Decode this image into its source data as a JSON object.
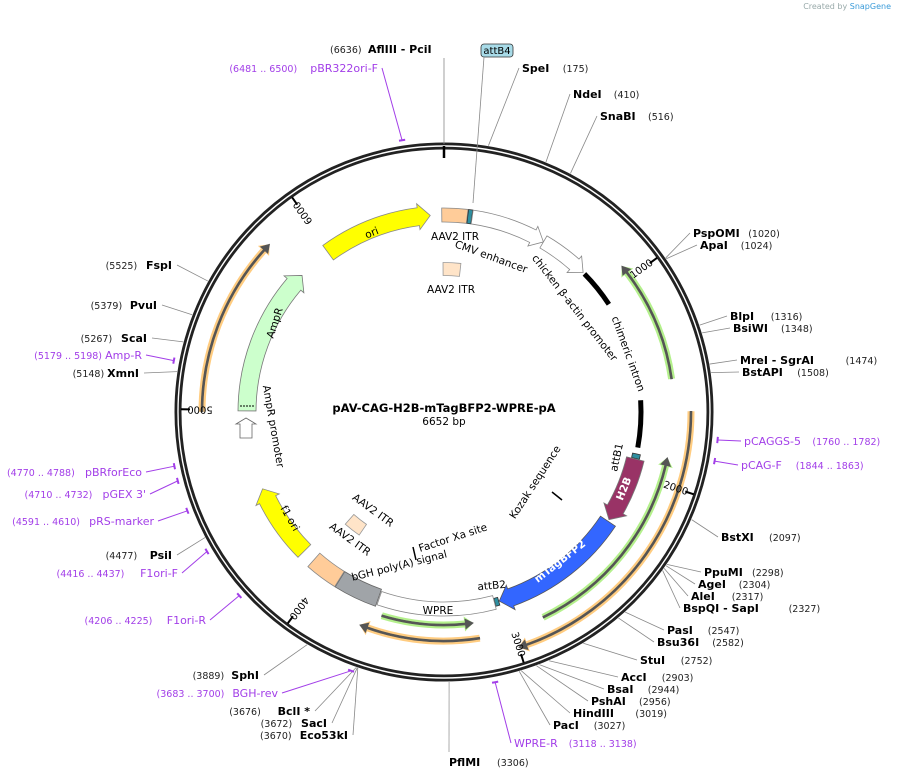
{
  "logo": {
    "prefix": "Created by",
    "brand": "SnapGene"
  },
  "plasmid": {
    "name": "pAV-CAG-H2B-mTagBFP2-WPRE-pA",
    "length": "6652 bp"
  },
  "ticks": [
    "1000",
    "2000",
    "3000",
    "4000",
    "5000",
    "6000"
  ],
  "enzymes": [
    {
      "name": "AflIII  - PciI",
      "pos": "(6636)"
    },
    {
      "name": "SpeI",
      "pos": "(175)"
    },
    {
      "name": "NdeI",
      "pos": "(410)"
    },
    {
      "name": "SnaBI",
      "pos": "(516)"
    },
    {
      "name": "PspOMI",
      "pos": "(1020)"
    },
    {
      "name": "ApaI",
      "pos": "(1024)"
    },
    {
      "name": "BlpI",
      "pos": "(1316)"
    },
    {
      "name": "BsiWI",
      "pos": "(1348)"
    },
    {
      "name": "MreI  - SgrAI",
      "pos": "(1474)"
    },
    {
      "name": "BstAPI",
      "pos": "(1508)"
    },
    {
      "name": "BstXI",
      "pos": "(2097)"
    },
    {
      "name": "PpuMI",
      "pos": "(2298)"
    },
    {
      "name": "AgeI",
      "pos": "(2304)"
    },
    {
      "name": "AleI",
      "pos": "(2317)"
    },
    {
      "name": "BspQI  - SapI",
      "pos": "(2327)"
    },
    {
      "name": "PasI",
      "pos": "(2547)"
    },
    {
      "name": "Bsu36I",
      "pos": "(2582)"
    },
    {
      "name": "StuI",
      "pos": "(2752)"
    },
    {
      "name": "AccI",
      "pos": "(2903)"
    },
    {
      "name": "BsaI",
      "pos": "(2944)"
    },
    {
      "name": "PshAI",
      "pos": "(2956)"
    },
    {
      "name": "HindIII",
      "pos": "(3019)"
    },
    {
      "name": "PacI",
      "pos": "(3027)"
    },
    {
      "name": "PflMI",
      "pos": "(3306)"
    },
    {
      "name": "Eco53kI",
      "pos": "(3670)"
    },
    {
      "name": "SacI",
      "pos": "(3672)"
    },
    {
      "name": "BclI *",
      "pos": "(3676)"
    },
    {
      "name": "SphI",
      "pos": "(3889)"
    },
    {
      "name": "PsiI",
      "pos": "(4477)"
    },
    {
      "name": "XmnI",
      "pos": "(5148)"
    },
    {
      "name": "ScaI",
      "pos": "(5267)"
    },
    {
      "name": "PvuI",
      "pos": "(5379)"
    },
    {
      "name": "FspI",
      "pos": "(5525)"
    }
  ],
  "primers": [
    {
      "name": "pBR322ori-F",
      "range": "(6481 .. 6500)"
    },
    {
      "name": "pCAGGS-5",
      "range": "(1760 .. 1782)"
    },
    {
      "name": "pCAG-F",
      "range": "(1844 .. 1863)"
    },
    {
      "name": "WPRE-R",
      "range": "(3118 .. 3138)"
    },
    {
      "name": "BGH-rev",
      "range": "(3683 .. 3700)"
    },
    {
      "name": "F1ori-R",
      "range": "(4206 .. 4225)"
    },
    {
      "name": "F1ori-F",
      "range": "(4416 .. 4437)"
    },
    {
      "name": "pRS-marker",
      "range": "(4591 .. 4610)"
    },
    {
      "name": "pGEX 3'",
      "range": "(4710 .. 4732)"
    },
    {
      "name": "pBRforEco",
      "range": "(4770 .. 4788)"
    },
    {
      "name": "Amp-R",
      "range": "(5179 .. 5198)"
    }
  ],
  "features": [
    {
      "name": "ori",
      "color": "#ffff00"
    },
    {
      "name": "AAV2 ITR",
      "color": "#ffcc99"
    },
    {
      "name": "attB4",
      "color": "#2f8fa0"
    },
    {
      "name": "CMV enhancer",
      "color": "#ffffff"
    },
    {
      "name": "chicken β-actin promoter",
      "color": "#ffffff"
    },
    {
      "name": "chimeric intron",
      "color": "#000000"
    },
    {
      "name": "attB1",
      "color": "#2f8fa0"
    },
    {
      "name": "H2B",
      "color": "#993366"
    },
    {
      "name": "mTagBFP2",
      "color": "#3366ff"
    },
    {
      "name": "attB2",
      "color": "#2f8fa0"
    },
    {
      "name": "WPRE",
      "color": "#ffffff"
    },
    {
      "name": "bGH poly(A) signal",
      "color": "#a0a4a8"
    },
    {
      "name": "AAV2 ITR",
      "color": "#ffcc99"
    },
    {
      "name": "f1 ori",
      "color": "#ffff00"
    },
    {
      "name": "AmpR",
      "color": "#ccffcc"
    },
    {
      "name": "AmpR promoter",
      "color": "#ffffff"
    },
    {
      "name": "AAV2 ITR",
      "color": "#ffe4c8"
    },
    {
      "name": "AAV2 ITR",
      "color": "#ffe4c8"
    },
    {
      "name": "Factor Xa site",
      "color": "#000000"
    },
    {
      "name": "Kozak sequence",
      "color": "#000000"
    }
  ],
  "colors": {
    "primer": "#a23ee8",
    "orf_orange": "#ffcc80",
    "orf_green": "#b4f08c",
    "backbone": "#222222"
  }
}
